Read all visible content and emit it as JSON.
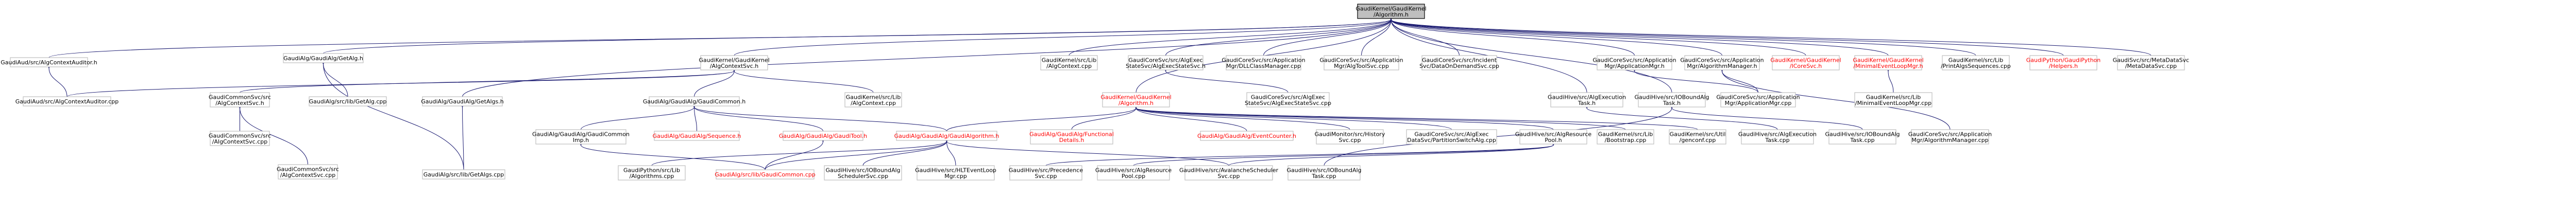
{
  "nodes": {
    "n_gaudikernel_algorithm": {
      "lines": [
        "GaudiKernel/GaudiKernel",
        "/Algorithm.h"
      ],
      "root": true
    },
    "n_gaudiaud_ctx_audtor_h": {
      "lines": [
        "GaudiAud/src/AlgContextAuditor.h"
      ]
    },
    "n_gaudialg_getalg_h": {
      "lines": [
        "GaudiAlg/GaudiAlg/GetAlg.h"
      ]
    },
    "n_gaudikernel_algcontextsvc_h": {
      "lines": [
        "GaudiKernel/GaudiKernel",
        "/AlgContextSvc.h"
      ]
    },
    "n_gaudikernel_src_lib_algcontext": {
      "lines": [
        "GaudiKernel/src/Lib",
        "/AlgContext.cpp"
      ]
    },
    "n_gaudicoresvc_algexecstatesvc_h": {
      "lines": [
        "GaudiCoreSvc/src/AlgExec",
        "StateSvc/AlgExecStateSvc.h"
      ]
    },
    "n_gaudicoresvc_dllclassmanager": {
      "lines": [
        "GaudiCoreSvc/src/Application",
        "Mgr/DLLClassManager.cpp"
      ]
    },
    "n_gaudicoresvc_algtoolsvc": {
      "lines": [
        "GaudiCoreSvc/src/Application",
        "Mgr/AlgToolSvc.cpp"
      ]
    },
    "n_gaudicoresvc_incident_datasvc": {
      "lines": [
        "GaudiCoreSvc/src/Incident",
        "Svc/DataOnDemandSvc.cpp"
      ]
    },
    "n_gaudicoresvc_applicationmgr_h": {
      "lines": [
        "GaudiCoreSvc/src/Application",
        "Mgr/ApplicationMgr.h"
      ]
    },
    "n_gaudicoresvc_algorithmmanager_h": {
      "lines": [
        "GaudiCoreSvc/src/Application",
        "Mgr/AlgorithmManager.h"
      ]
    },
    "n_gaudikernel_icoresvc": {
      "lines": [
        "GaudiKernel/GaudiKernel",
        "/ICoreSvc.h"
      ],
      "red": true
    },
    "n_gaudikernel_minimaleventloopmgr_h": {
      "lines": [
        "GaudiKernel/GaudiKernel",
        "/MinimalEventLoopMgr.h"
      ],
      "red": true
    },
    "n_gaudikernel_lib_printalgsequences": {
      "lines": [
        "GaudiKernel/src/Lib",
        "/PrintAlgsSequences.cpp"
      ]
    },
    "n_gaudipython_helpers": {
      "lines": [
        "GaudiPython/GaudiPython",
        "/Helpers.h"
      ],
      "red": true
    },
    "n_gaudisvc_metadatasvc": {
      "lines": [
        "GaudiSvc/src/MetaDataSvc",
        "/MetaDataSvc.cpp"
      ]
    },
    "n_gaudiaud_ctx_audtor_cpp": {
      "lines": [
        "GaudiAud/src/AlgContextAuditor.cpp"
      ]
    },
    "n_gaudicommonsvc_algcontextsvc_h": {
      "lines": [
        "GaudiCommonSvc/src",
        "/AlgContextSvc.h"
      ]
    },
    "n_gaudialg_src_getalg_cpp": {
      "lines": [
        "GaudiAlg/src/lib/GetAlg.cpp"
      ]
    },
    "n_gaudialg_getalgs_h": {
      "lines": [
        "GaudiAlg/GaudiAlg/GetAlgs.h"
      ]
    },
    "n_gaudialg_gaudicommon_h": {
      "lines": [
        "GaudiAlg/GaudiAlg/GaudiCommon.h"
      ]
    },
    "n_gaudikernel_lib_algcontext2": {
      "lines": [
        "GaudiKernel/src/Lib",
        "/AlgContext.cpp"
      ]
    },
    "n_gaudikernel_algorithm_h": {
      "lines": [
        "GaudiKernel/GaudiKernel",
        "/Algorithm.h"
      ],
      "red": true
    },
    "n_gaudicoresvc_algexecstatesvc_cpp": {
      "lines": [
        "GaudiCoreSvc/src/AlgExec",
        "StateSvc/AlgExecStateSvc.cpp"
      ]
    },
    "n_gaudihive_algexecution_task_h": {
      "lines": [
        "GaudiHive/src/AlgExecution",
        "Task.h"
      ]
    },
    "n_gaudihive_iobound_task_h": {
      "lines": [
        "GaudiHive/src/IOBoundAlg",
        "Task.h"
      ]
    },
    "n_gaudicoresvc_applicationmgr_cpp": {
      "lines": [
        "GaudiCoreSvc/src/Application",
        "Mgr/ApplicationMgr.cpp"
      ]
    },
    "n_gaudikernel_minimaleventloopmgr_cpp": {
      "lines": [
        "GaudiKernel/src/Lib",
        "/MinimalEventLoopMgr.cpp"
      ]
    },
    "n_gaudicommonsvc_algcontextsvc_cpp": {
      "lines": [
        "GaudiCommonSvc/src",
        "/AlgContextSvc.cpp"
      ]
    },
    "n_gaudialg_gaudicommonimp_h": {
      "lines": [
        "GaudiAlg/GaudiAlg/GaudiCommon",
        "Imp.h"
      ]
    },
    "n_gaudialg_sequence_h": {
      "lines": [
        "GaudiAlg/GaudiAlg/Sequence.h"
      ],
      "red": true
    },
    "n_gaudialg_gaudialgorithm_h": {
      "lines": [
        "GaudiAlg/GaudiAlg/GaudiAlgorithm.h"
      ],
      "red": true
    },
    "n_gaudialg_gaudifunctional_details_h": {
      "lines": [
        "GaudiAlg/GaudiAlg/Functional",
        "Details.h"
      ],
      "red": true
    },
    "n_gaudialg_gauditool_h": {
      "lines": [
        "GaudiAlg/GaudiAlg/GaudiTool.h"
      ],
      "red": true
    },
    "n_gaudialg_algeventcounter": {
      "lines": [
        "GaudiAlg/GaudiAlg/EventCounter.h"
      ],
      "red": true
    },
    "n_gaudimonitor_historysvc": {
      "lines": [
        "GaudiMonitor/src/History",
        "Svc.cpp"
      ]
    },
    "n_gaudicoresvc_partitionswitchalg": {
      "lines": [
        "GaudiCoreSvc/src/AlgExec",
        "DataSvc/PartitionSwitchAlg.cpp"
      ]
    },
    "n_gaudihive_algresourcepool_h": {
      "lines": [
        "GaudiHive/src/AlgResource",
        "Pool.h"
      ]
    },
    "n_gaudikernel_lib_bootstrap": {
      "lines": [
        "GaudiKernel/src/Lib",
        "/Bootstrap.cpp"
      ]
    },
    "n_gaudikernel_util_genconf": {
      "lines": [
        "GaudiKernel/src/Util",
        "/genconf.cpp"
      ]
    },
    "n_gaudihive_algexecution_task_cpp": {
      "lines": [
        "GaudiHive/src/AlgExecution",
        "Task.cpp"
      ]
    },
    "n_gaudihive_iobound_task_cpp": {
      "lines": [
        "GaudiHive/src/IOBoundAlg",
        "Task.cpp"
      ]
    },
    "n_gaudicoresvc_algorithmmanager_cpp": {
      "lines": [
        "GaudiCoreSvc/src/Application",
        "Mgr/AlgorithmManager.cpp"
      ]
    },
    "n_gaudicommonsvc_src_algcontextsvc": {
      "lines": [
        "GaudiCommonSvc/src",
        "/AlgContextSvc.cpp"
      ]
    },
    "n_gaudialg_src_getalgs_cpp": {
      "lines": [
        "GaudiAlg/src/lib/GetAlgs.cpp"
      ]
    },
    "n_gaudipython_lib_algdecorators": {
      "lines": [
        "GaudiPython/src/Lib",
        "/Algorithms.cpp"
      ]
    },
    "n_gaudialg_src_gaudicommon_cpp": {
      "lines": [
        "GaudiAlg/src/lib/GaudiCommon.cpp"
      ],
      "red": true
    },
    "n_gaudihive_ioboundalgscheduler": {
      "lines": [
        "GaudiHive/src/IOBoundAlg",
        "SchedulerSvc.cpp"
      ]
    },
    "n_gaudihive_hiveslimeventloop": {
      "lines": [
        "GaudiHive/src/HLTEventLoop",
        "Mgr.cpp"
      ]
    },
    "n_gaudihive_precedencesvc": {
      "lines": [
        "GaudiHive/src/Precedence",
        "Svc.cpp"
      ]
    },
    "n_gaudihive_algresourcepool_cpp": {
      "lines": [
        "GaudiHive/src/AlgResource",
        "Pool.cpp"
      ]
    },
    "n_gaudihive_avalanchescheduler": {
      "lines": [
        "GaudiHive/src/AvalancheScheduler",
        "Svc.cpp"
      ]
    },
    "n_gaudihive_iobound_algtask_cpp2": {
      "lines": [
        "GaudiHive/src/IOBoundAlg",
        "Task.cpp"
      ]
    }
  }
}
